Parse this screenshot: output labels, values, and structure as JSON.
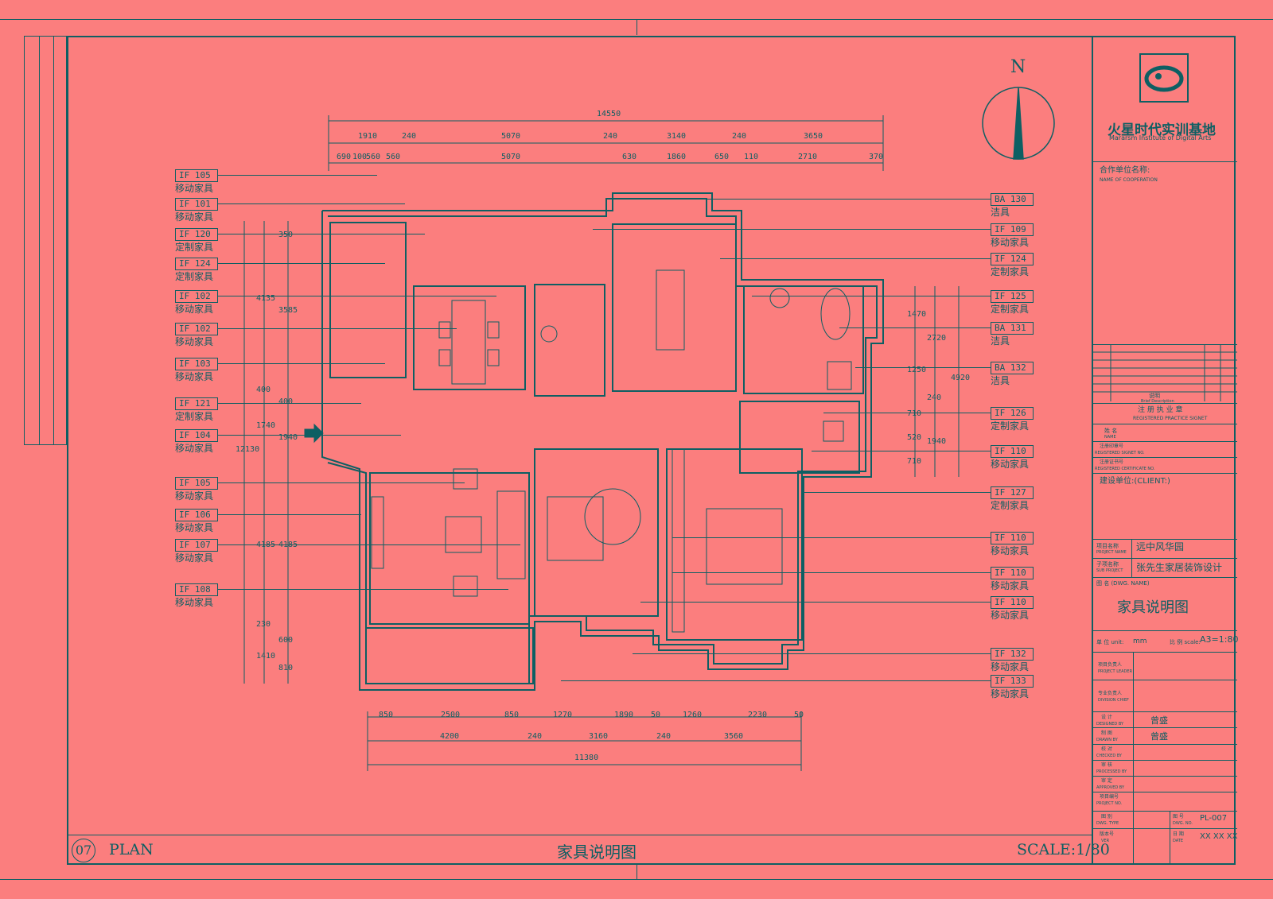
{
  "title_block": {
    "company_cn": "火星时代实训基地",
    "company_en": "Mararsm Institute of Digital Arts",
    "partner_label_cn": "合作单位名称:",
    "partner_label_en": "NAME OF COOPERATION",
    "reg_seal_cn": "注 册 执 业 章",
    "reg_seal_en": "REGISTERED PRACTICE SIGNET",
    "name_cn": "姓 名",
    "name_en": "NAME",
    "reg_no_cn": "注册印章号",
    "reg_no_en": "REGISTERED SIGNET NO.",
    "reg_cert_cn": "注册证书号",
    "reg_cert_en": "REGISTERED CERTIFICATE NO.",
    "client_label": "建设单位:(CLIENT:)",
    "project_name_label_cn": "项目名称",
    "project_name_label_en": "PROJECT NAME",
    "project_name": "远中风华园",
    "sub_project_label_cn": "子项名称",
    "sub_project_label_en": "SUB PROJECT",
    "sub_project": "张先生家居装饰设计",
    "drawing_name_label": "图 名 (DWG. NAME)",
    "drawing_name": "家具说明图",
    "unit_label": "单 位 unit:",
    "unit": "mm",
    "scale_label": "比 例 scale:",
    "scale": "A3=1:80",
    "project_leader_cn": "项目负责人",
    "project_leader_en": "PROJECT LEADER",
    "division_chief_cn": "专业负责人",
    "division_chief_en": "DIVISION CHIEF",
    "designed_by_cn": "设 计",
    "designed_by_en": "DESIGNED BY",
    "designed_by": "曾盛",
    "drawn_by_cn": "制 图",
    "drawn_by_en": "DRAWN BY",
    "drawn_by": "曾盛",
    "checked_by_cn": "校 对",
    "checked_by_en": "CHECKED BY",
    "processed_by_cn": "审 核",
    "processed_by_en": "PROCESSED BY",
    "approved_by_cn": "审 定",
    "approved_by_en": "APPROVED BY",
    "project_no_cn": "项目编号",
    "project_no_en": "PROJECT NO.",
    "dwg_type_cn": "图 别",
    "dwg_type_en": "DWG. TYPE",
    "dwg_no_cn": "图 号",
    "dwg_no_en": "DWG. NO.",
    "dwg_no": "PL-007",
    "version_cn": "版本号",
    "version_en": "VER",
    "date_cn": "日 期",
    "date_en": "DATE",
    "date": "XX XX XX",
    "rev_title_cn": "说明",
    "rev_title_en": "Brief Description"
  },
  "footer": {
    "sheet_no": "07",
    "sheet_type": "PLAN",
    "title": "家具说明图",
    "scale": "SCALE:1/80"
  },
  "north": "N",
  "left_tags": [
    {
      "code": "IF  105",
      "desc": "移动家具"
    },
    {
      "code": "IF  101",
      "desc": "移动家具"
    },
    {
      "code": "IF  120",
      "desc": "定制家具"
    },
    {
      "code": "IF  124",
      "desc": "定制家具"
    },
    {
      "code": "IF  102",
      "desc": "移动家具"
    },
    {
      "code": "IF  102",
      "desc": "移动家具"
    },
    {
      "code": "IF  103",
      "desc": "移动家具"
    },
    {
      "code": "IF  121",
      "desc": "定制家具"
    },
    {
      "code": "IF  104",
      "desc": "移动家具"
    },
    {
      "code": "IF  105",
      "desc": "移动家具"
    },
    {
      "code": "IF  106",
      "desc": "移动家具"
    },
    {
      "code": "IF  107",
      "desc": "移动家具"
    },
    {
      "code": "IF  108",
      "desc": "移动家具"
    }
  ],
  "right_tags": [
    {
      "code": "BA  130",
      "desc": "洁具"
    },
    {
      "code": "IF  109",
      "desc": "移动家具"
    },
    {
      "code": "IF  124",
      "desc": "定制家具"
    },
    {
      "code": "IF  125",
      "desc": "定制家具"
    },
    {
      "code": "BA  131",
      "desc": "洁具"
    },
    {
      "code": "BA  132",
      "desc": "洁具"
    },
    {
      "code": "IF  126",
      "desc": "定制家具"
    },
    {
      "code": "IF  110",
      "desc": "移动家具"
    },
    {
      "code": "IF  127",
      "desc": "定制家具"
    },
    {
      "code": "IF  110",
      "desc": "移动家具"
    },
    {
      "code": "IF  110",
      "desc": "移动家具"
    },
    {
      "code": "IF  110",
      "desc": "移动家具"
    },
    {
      "code": "IF  132",
      "desc": "移动家具"
    },
    {
      "code": "IF  133",
      "desc": "移动家具"
    }
  ],
  "dims_top": {
    "total": "14550",
    "row1": [
      "1910",
      "240",
      "5070",
      "240",
      "3140",
      "240",
      "3650"
    ],
    "row2": [
      "690",
      "100",
      "560",
      "560",
      "5070",
      "630",
      "1860",
      "650",
      "110",
      "2710",
      "370"
    ]
  },
  "dims_bottom": {
    "row1": [
      "850",
      "2500",
      "850",
      "1270",
      "1890",
      "50",
      "1260",
      "2230",
      "50"
    ],
    "row2": [
      "4200",
      "240",
      "3160",
      "240",
      "3560"
    ],
    "total": "11380"
  },
  "dims_left": [
    "350",
    "4135",
    "3585",
    "400",
    "400",
    "1740",
    "1940",
    "12130",
    "4185",
    "4185",
    "230",
    "600",
    "1410",
    "810"
  ],
  "dims_right": [
    "1470",
    "2720",
    "1250",
    "4920",
    "240",
    "710",
    "520",
    "1940",
    "710"
  ]
}
